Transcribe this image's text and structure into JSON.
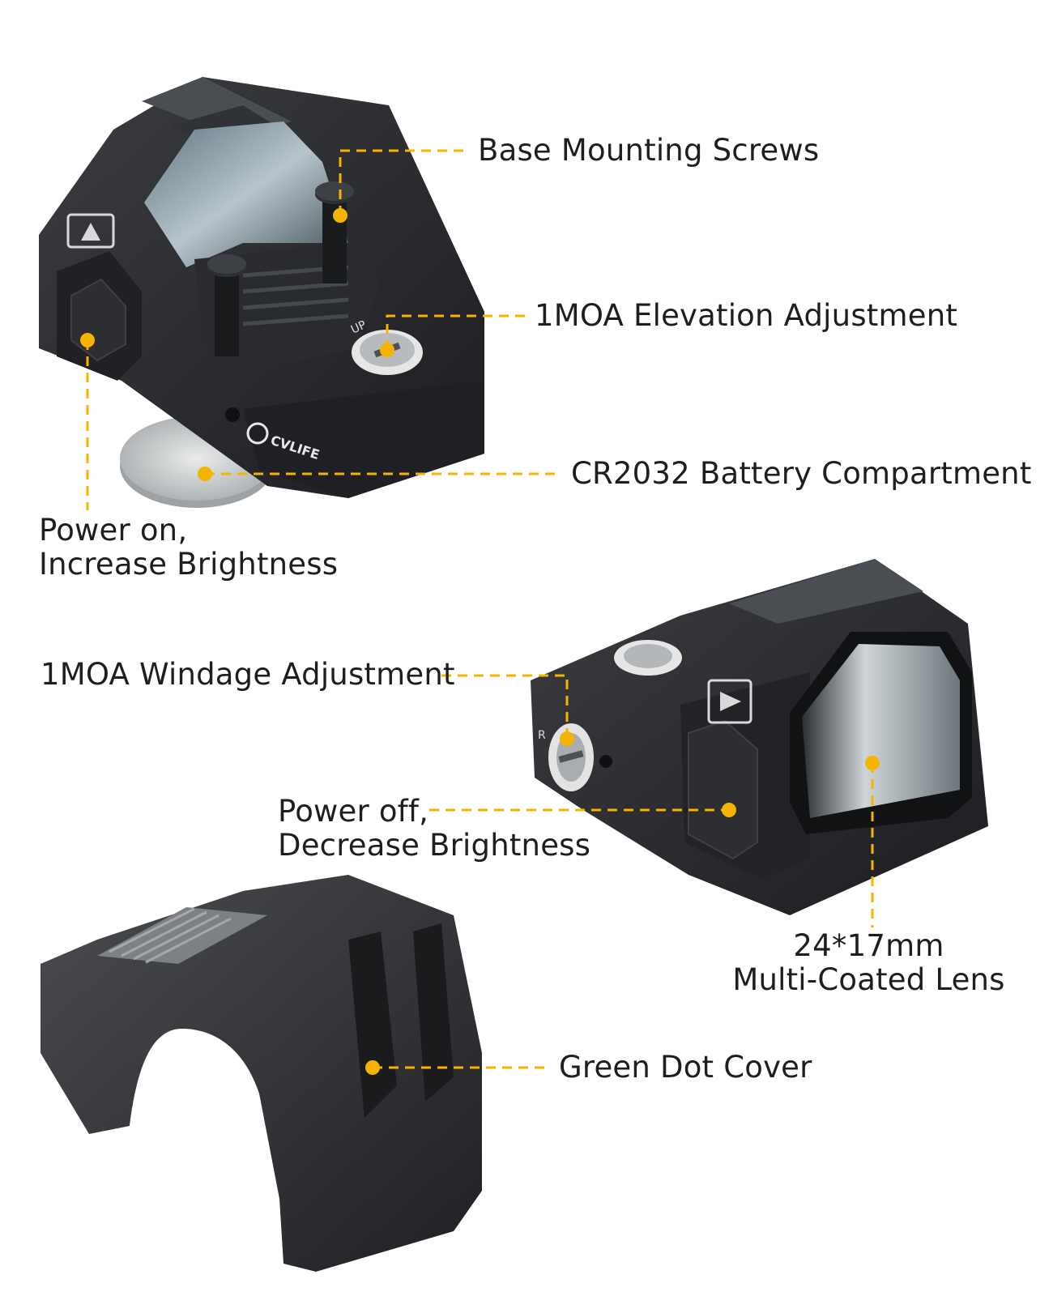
{
  "brand": {
    "logo_text": "CVLIFE",
    "dial_up": "UP",
    "dial_r": "R"
  },
  "colors": {
    "callout": "#f4b400",
    "housing": "#2b2d30",
    "housing_dark": "#17181a",
    "lens": "#8fa2ad",
    "battery": "#cfd2d4"
  },
  "callouts": {
    "base_screws": "Base Mounting Screws",
    "elevation": "1MOA Elevation Adjustment",
    "battery": "CR2032 Battery Compartment",
    "power_on_1": "Power on,",
    "power_on_2": "Increase Brightness",
    "windage": "1MOA Windage Adjustment",
    "power_off_1": "Power off,",
    "power_off_2": "Decrease Brightness",
    "lens_1": "24*17mm",
    "lens_2": "Multi-Coated Lens",
    "cover": "Green Dot Cover"
  }
}
